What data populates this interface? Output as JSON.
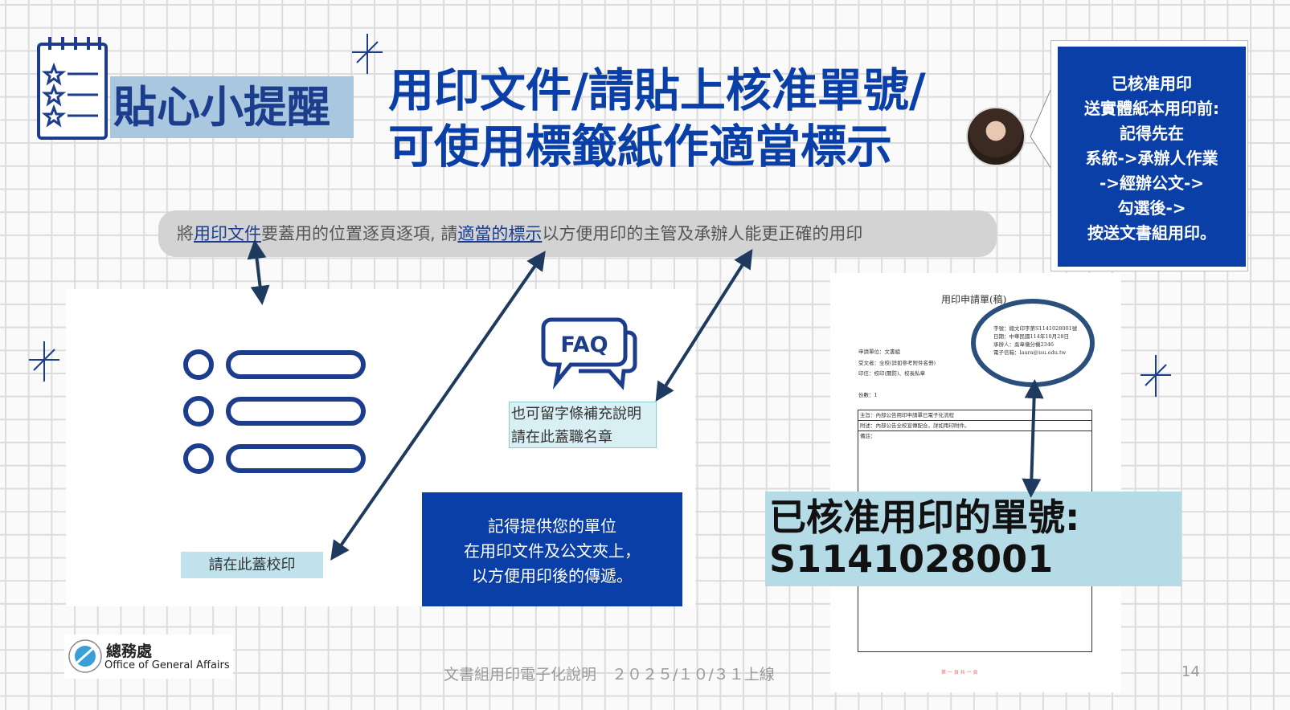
{
  "header": {
    "tip_label": "貼心小提醒",
    "title_line1": "用印文件/請貼上核准單號/",
    "title_line2": "可使用標籤紙作適當標示"
  },
  "callout": {
    "lines": [
      "已核准用印",
      "送實體紙本用印前:",
      "記得先在",
      "系統->承辦人作業",
      "->經辦公文->",
      "勾選後->",
      "按送文書組用印。"
    ]
  },
  "instruction": {
    "prefix": "將",
    "link1": "用印文件",
    "mid1": "要蓋用的位置逐頁逐項, 請",
    "link2": "適當的標示",
    "suffix": "以方便用印的主管及承辦人能更正確的用印"
  },
  "labels": {
    "school_seal": "請在此蓋校印",
    "faq_icon_text": "FAQ",
    "note_line1": "也可留字條補充說明",
    "note_line2": "請在此蓋職名章"
  },
  "blue_note": {
    "lines": [
      "記得提供您的單位",
      "在用印文件及公文夾上，",
      "以方便用印後的傳遞。"
    ]
  },
  "form": {
    "title": "用印申請單(稿)",
    "ref_lines": [
      "字號：總文印字第S1141028001號",
      "日期：中華民國114年10月28日",
      "承辦人：吳韋儀分機2346",
      "電子信箱：laura@isu.edu.tw"
    ],
    "fields": [
      "申請單位：文書組",
      "受文者：全校(詳如參考附件名冊)",
      "印信：校印(關防)、校長私章",
      "份數：1"
    ],
    "table": [
      "主旨：內部公告用印申請單已電子化流程",
      "附述：內部公告全校宣傳配合，詳如用印附件。",
      "備註："
    ],
    "page_footer": "第 一 頁 共 一 頁"
  },
  "approved": {
    "label": "已核准用印的單號:",
    "number": "S1141028001"
  },
  "logo": {
    "name_zh": "總務處",
    "name_en": "Office of General Affairs"
  },
  "footer": {
    "text": "文書組用印電子化說明　２０２５/１０/３１上線",
    "page": "14"
  },
  "colors": {
    "brand_blue": "#0a3fa8",
    "highlight": "#a9c7df",
    "arrow": "#1f3a5f"
  }
}
